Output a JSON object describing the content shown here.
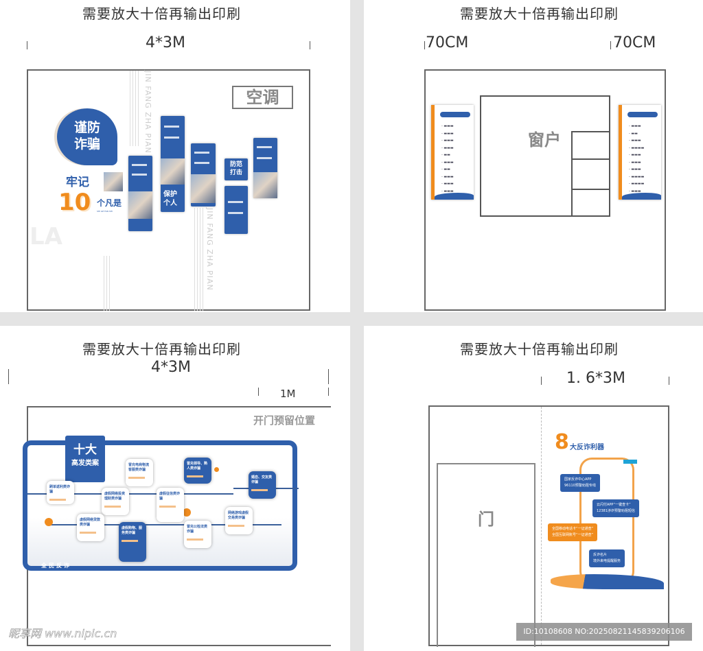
{
  "panels": [
    {
      "title": "需要放大十倍再输出印刷",
      "dimension": "4*3M",
      "ac_label": "空调",
      "badge": "谨防\n诈骗",
      "remember": "牢记",
      "number": "10",
      "suffix": "个凡是",
      "pinyin": "SHI GE FAN SHI",
      "vertical_text": "JIN FANG ZHA PIAN",
      "protect": "保护\n个人",
      "strike": "防范\n打击",
      "watermark_letters": "LA"
    },
    {
      "title": "需要放大十倍再输出印刷",
      "dimension_left": "70CM",
      "dimension_right": "70CM",
      "window_label": "窗户"
    },
    {
      "title": "需要放大十倍再输出印刷",
      "dimension": "4*3M",
      "sub_dimension": "1M",
      "door_reserved": "开门预留位置",
      "heading_1": "十大",
      "heading_2": "高发类案",
      "footer": "全民反诈",
      "cases": [
        "刷单返利类诈骗",
        "虚假网络投资理财类诈骗",
        "虚假网络贷款类诈骗",
        "冒充电商物流客服类诈骗",
        "虚假征信类诈骗",
        "冒充领导、熟人类诈骗",
        "虚假购物、服务类诈骗",
        "冒充公检法类诈骗",
        "网络游戏虚假交易类诈骗",
        "婚恋、交友类诈骗"
      ]
    },
    {
      "title": "需要放大十倍再输出印刷",
      "dimension": "1. 6*3M",
      "door_label": "门",
      "number": "8",
      "heading": "大反诈利器",
      "tools": [
        [
          "国家反诈中心APP",
          "96110预警劝阻专线"
        ],
        [
          "云闪付APP“一键查卡”",
          "12381涉诈预警劝阻短信"
        ],
        [
          "全国移动电话卡“一证通查”",
          "全国互联网账号“一证通查”"
        ],
        [
          "反诈名片",
          "境外来电提醒服务"
        ]
      ]
    }
  ],
  "watermark": {
    "site": "昵享网 www.nipic.cn",
    "id": "ID:10108608 NO:20250821145839206106"
  },
  "colors": {
    "blue": "#2f5fab",
    "orange": "#f08c1e",
    "gray_label": "#888888"
  }
}
